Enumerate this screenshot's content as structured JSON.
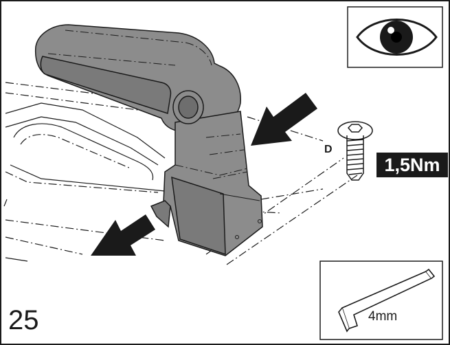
{
  "step": {
    "number": "25"
  },
  "screw": {
    "label": "D",
    "torque": "1,5Nm"
  },
  "tool": {
    "size": "4mm",
    "icon": "hex-key-icon"
  },
  "inspect": {
    "icon": "eye-icon"
  },
  "colors": {
    "part_fill": "#8c8c8c",
    "ink": "#1a1a1a",
    "background": "#ffffff"
  }
}
